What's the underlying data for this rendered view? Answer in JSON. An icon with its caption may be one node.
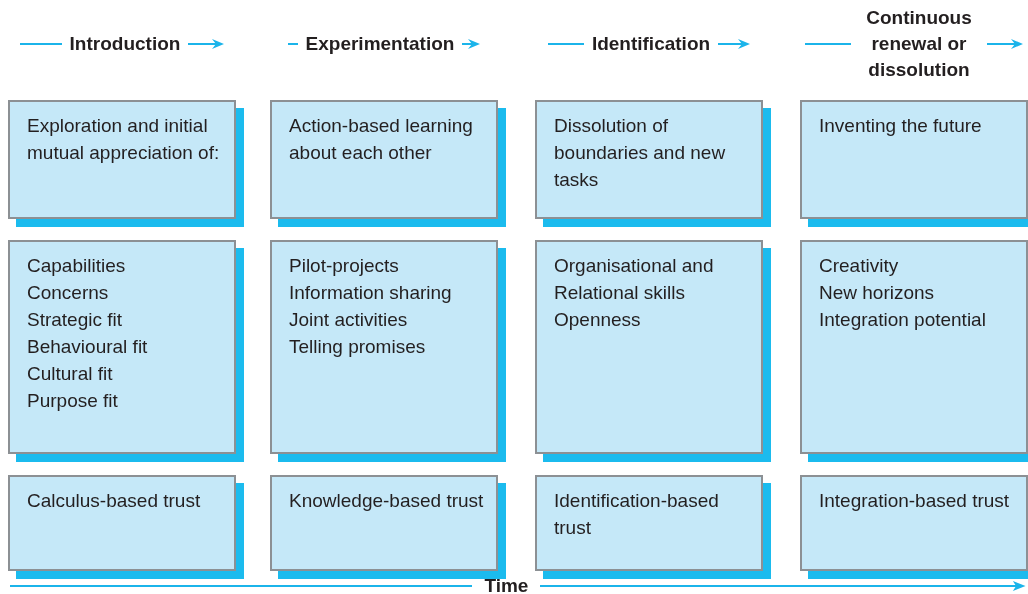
{
  "diagram": {
    "nodes": [
      {
        "text": [
          "Exploration and initial mutual appreciation of:"
        ]
      },
      {
        "text": [
          "Action-based learning about each other"
        ]
      },
      {
        "text": [
          "Dissolution of boundaries and new tasks"
        ]
      },
      {
        "text": [
          "Inventing the future"
        ]
      },
      {
        "text": [
          "Capabilities",
          "Concerns",
          "Strategic fit",
          "Behavioural fit",
          "Cultural fit",
          "Purpose fit"
        ]
      },
      {
        "text": [
          "Pilot-projects",
          "Information sharing",
          "Joint activities",
          "Telling promises"
        ]
      },
      {
        "text": [
          "Organisational and",
          "Relational skills",
          "Openness"
        ]
      },
      {
        "text": [
          "Creativity",
          "New horizons",
          "Integration potential"
        ]
      },
      {
        "text": [
          "Calculus-based trust"
        ]
      },
      {
        "text": [
          "Knowledge-based trust"
        ]
      },
      {
        "text": [
          "Identification-based trust"
        ]
      },
      {
        "text": [
          "Integration-based trust"
        ]
      }
    ],
    "edges": [],
    "labels": [
      "Introduction",
      "Experimentation",
      "Identification",
      "Continuous renewal or dissolution",
      "Time"
    ]
  }
}
